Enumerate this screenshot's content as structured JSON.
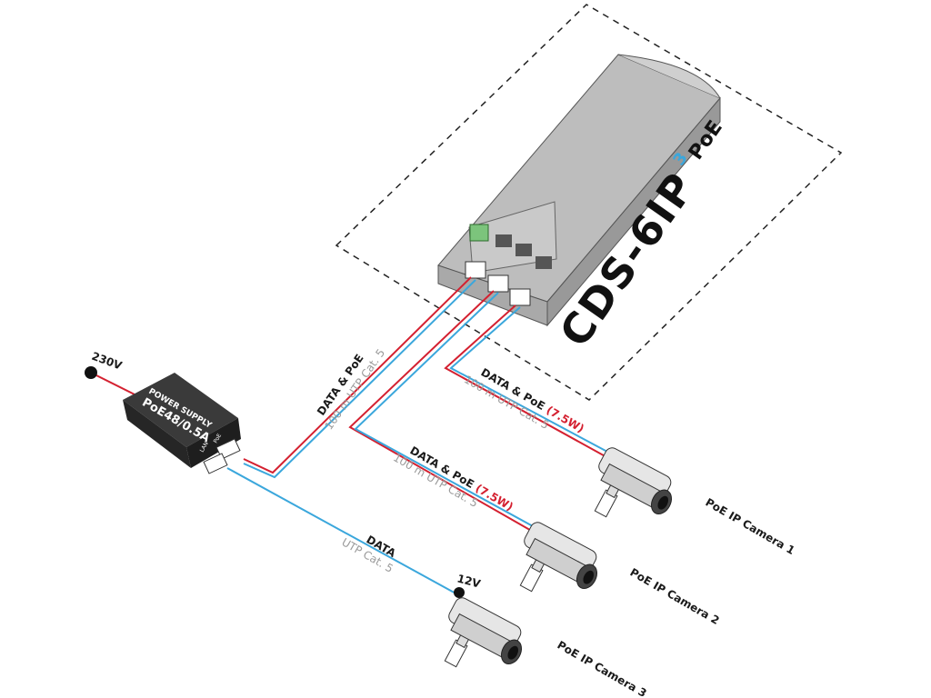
{
  "colors": {
    "power": "#d42030",
    "data": "#3ba7dc",
    "psu": "#2b2b2b",
    "switch": "#b9b9b9",
    "terminal": "#7cc47c"
  },
  "power_input": {
    "label": "230V"
  },
  "psu": {
    "line1": "POWER SUPPLY",
    "line2": "PoE48/0.5A",
    "port_lan": "LAN",
    "port_poe": "PoE"
  },
  "switch": {
    "logo": "CDS-6IP",
    "logo_sup": "3",
    "logo_suffix": "PoE"
  },
  "cables": {
    "uplink": {
      "title": "DATA & PoE",
      "spec": "100 m UTP Cat. 5"
    },
    "camera1": {
      "title": "DATA & PoE ",
      "power": "(7.5W)",
      "spec": "100 m UTP Cat. 5"
    },
    "camera2": {
      "title": "DATA & PoE ",
      "power": "(7.5W)",
      "spec": "100 m UTP Cat. 5"
    },
    "camera3": {
      "title": "DATA",
      "spec": "UTP Cat. 5"
    }
  },
  "camera3_power": {
    "label": "12V"
  },
  "cameras": [
    {
      "label": "PoE IP Camera 1"
    },
    {
      "label": "PoE IP Camera 2"
    },
    {
      "label": "PoE IP Camera 3"
    }
  ]
}
